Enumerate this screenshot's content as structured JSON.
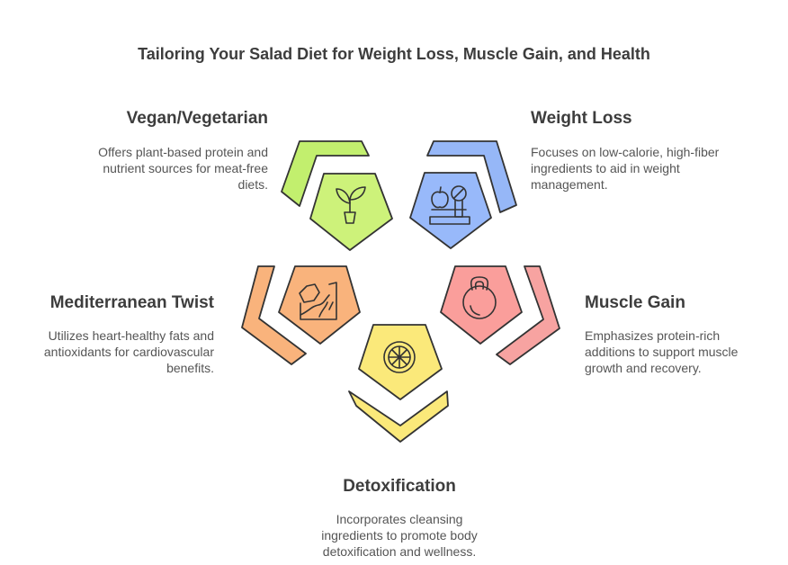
{
  "title": "Tailoring Your Salad Diet for Weight Loss, Muscle Gain, and Health",
  "sections": [
    {
      "id": "vegan",
      "heading": "Vegan/Vegetarian",
      "description": "Offers plant-based protein and nutrient sources for meat-free diets.",
      "icon": "plant-icon",
      "color": "#cdf27a",
      "outer_color": "#c2ef6e"
    },
    {
      "id": "weight_loss",
      "heading": "Weight Loss",
      "description": "Focuses on low-calorie, high-fiber ingredients to aid in weight management.",
      "icon": "scale-apple-icon",
      "color": "#98b9fa",
      "outer_color": "#96b7f7"
    },
    {
      "id": "muscle_gain",
      "heading": "Muscle Gain",
      "description": "Emphasizes protein-rich additions to support muscle growth and recovery.",
      "icon": "kettlebell-icon",
      "color": "#fa9e9b",
      "outer_color": "#f7a3a1"
    },
    {
      "id": "detox",
      "heading": "Detoxification",
      "description": "Incorporates cleansing ingredients to promote body detoxification and wellness.",
      "icon": "citrus-slice-icon",
      "color": "#fbe97a",
      "outer_color": "#fbe97a"
    },
    {
      "id": "mediterranean",
      "heading": "Mediterranean Twist",
      "description": "Utilizes heart-healthy fats and antioxidants for cardiovascular benefits.",
      "icon": "landscape-icon",
      "color": "#f9b37c",
      "outer_color": "#f9b37c"
    }
  ]
}
